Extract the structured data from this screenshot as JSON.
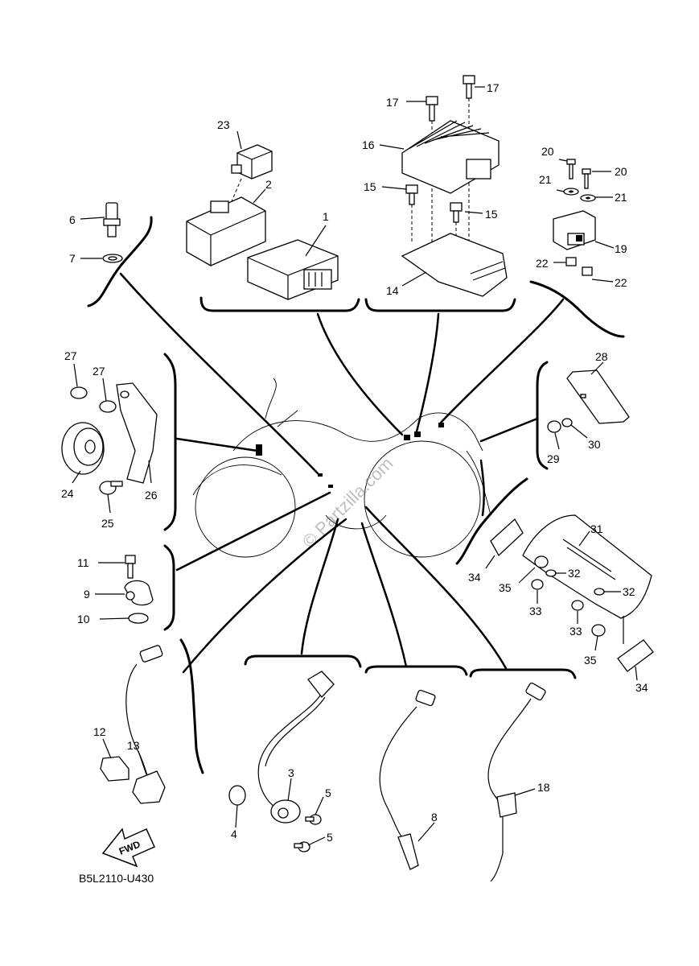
{
  "diagram": {
    "code": "B5L2110-U430",
    "fwd_label": "FWD",
    "watermark": "© Partzilla.com"
  },
  "callouts": [
    "1",
    "2",
    "3",
    "4",
    "5",
    "5",
    "6",
    "7",
    "8",
    "9",
    "10",
    "11",
    "12",
    "13",
    "14",
    "15",
    "15",
    "16",
    "17",
    "17",
    "18",
    "19",
    "20",
    "20",
    "21",
    "21",
    "22",
    "22",
    "23",
    "24",
    "25",
    "26",
    "27",
    "27",
    "28",
    "29",
    "30",
    "31",
    "32",
    "32",
    "33",
    "33",
    "34",
    "34",
    "35",
    "35"
  ]
}
